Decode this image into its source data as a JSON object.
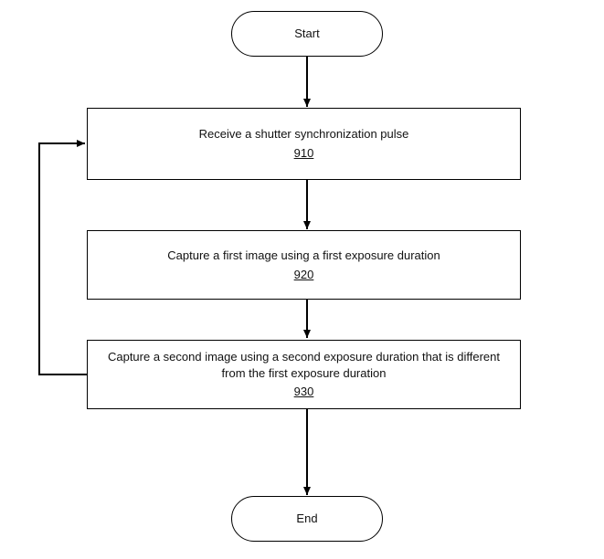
{
  "diagram": {
    "start": {
      "label": "Start"
    },
    "end": {
      "label": "End"
    },
    "steps": [
      {
        "label": "Receive a shutter synchronization pulse",
        "ref": "910"
      },
      {
        "label": "Capture a first image using a first exposure duration",
        "ref": "920"
      },
      {
        "label": "Capture a second image using a second exposure duration that is different from the first exposure duration",
        "ref": "930"
      }
    ],
    "colors": {
      "line": "#000000",
      "node_fill": "#ffffff",
      "background": "#ffffff"
    }
  }
}
